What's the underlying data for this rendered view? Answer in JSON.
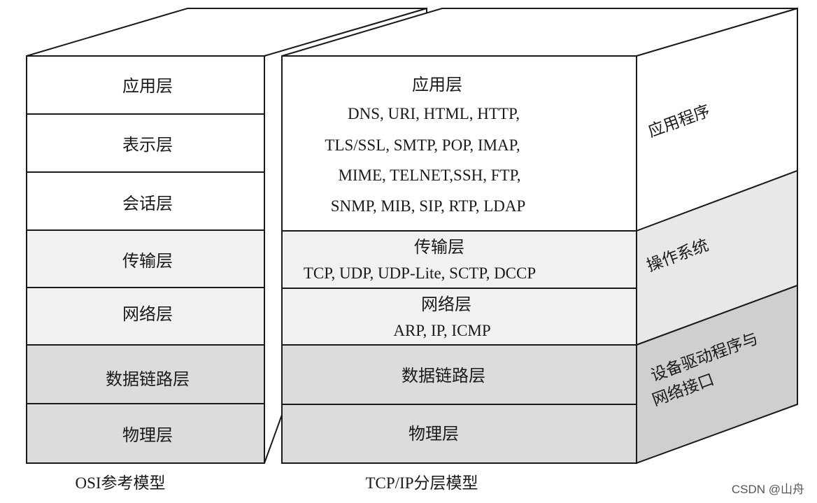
{
  "osi_model": {
    "caption": "OSI参考模型",
    "layers": [
      "应用层",
      "表示层",
      "会话层",
      "传输层",
      "网络层",
      "数据链路层",
      "物理层"
    ]
  },
  "tcpip_model": {
    "caption": "TCP/IP分层模型",
    "application": {
      "title": "应用层",
      "protocols": [
        "DNS, URI, HTML, HTTP,",
        "TLS/SSL, SMTP, POP, IMAP,",
        "MIME, TELNET,SSH, FTP,",
        "SNMP, MIB, SIP, RTP, LDAP"
      ]
    },
    "transport": {
      "title": "传输层",
      "protocols": [
        "TCP, UDP, UDP-Lite, SCTP, DCCP"
      ]
    },
    "network": {
      "title": "网络层",
      "protocols": [
        "ARP, IP, ICMP"
      ]
    },
    "datalink": {
      "title": "数据链路层"
    },
    "physical": {
      "title": "物理层"
    },
    "side_labels": {
      "application_program": "应用程序",
      "operating_system": "操作系统",
      "driver_line1": "设备驱动程序与",
      "driver_line2": "网络接口"
    }
  },
  "watermark": "CSDN @山舟",
  "colors": {
    "white_band": "#ffffff",
    "light_band": "#f1f1f1",
    "gray_band": "#dcdcdc",
    "side_white": "#ffffff",
    "side_light": "#e8e8e8",
    "side_gray": "#cfcfcf",
    "top_face": "#ffffff",
    "stroke": "#1a1a1a"
  }
}
